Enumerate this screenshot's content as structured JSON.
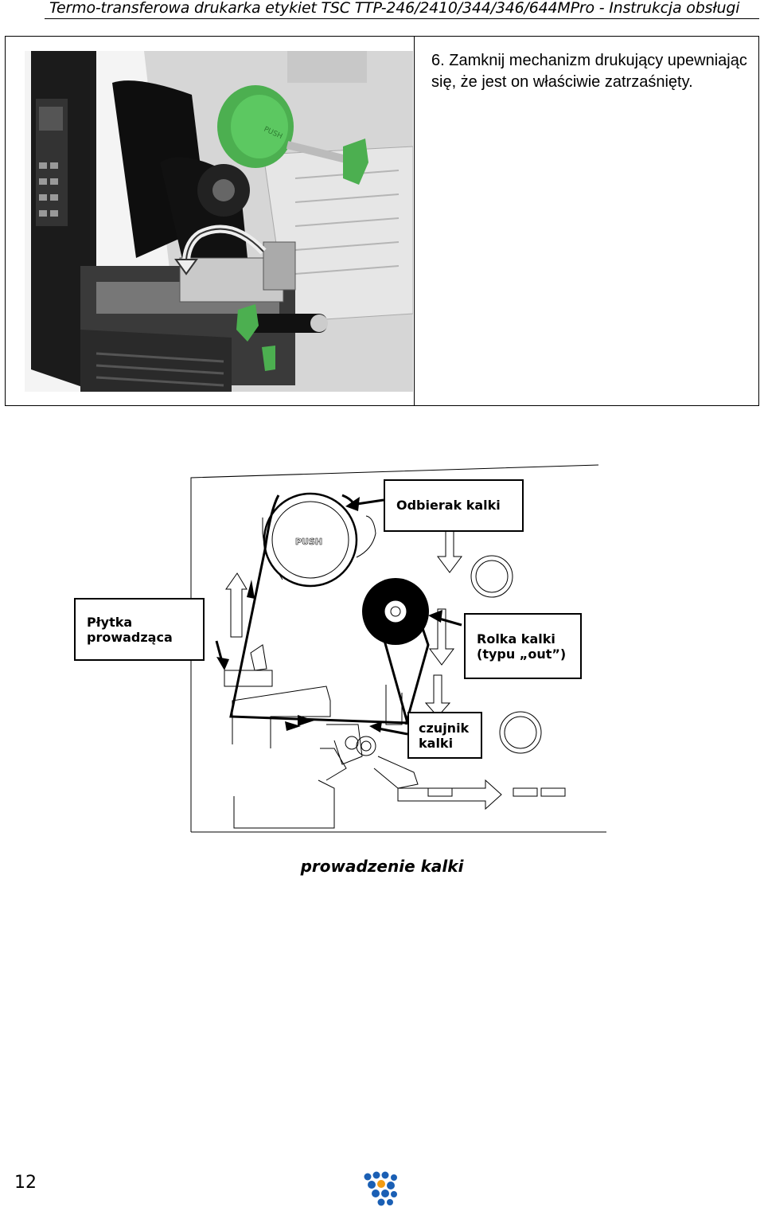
{
  "header": {
    "title": "Termo-transferowa drukarka etykiet TSC TTP-246/2410/344/346/644MPro - Instrukcja obsługi"
  },
  "step": {
    "text": "6. Zamknij mechanizm drukujący upewniając się, że jest on właściwie zatrzaśnięty."
  },
  "photo": {
    "push_label": "PUSH"
  },
  "diagram": {
    "push_label": "PUSH",
    "labels": {
      "takeup": "Odbierak kalki",
      "guide_line1": "Płytka",
      "guide_line2": "prowadząca",
      "supply_line1": "Rolka kalki",
      "supply_line2": "(typu „out”)",
      "sensor_line1": "czujnik",
      "sensor_line2": "kalki"
    }
  },
  "caption": "prowadzenie kalki",
  "footer": {
    "page_number": "12"
  },
  "colors": {
    "accent_green": "#4caf50",
    "logo_blue": "#1a5fb4",
    "logo_orange": "#f39c12"
  }
}
